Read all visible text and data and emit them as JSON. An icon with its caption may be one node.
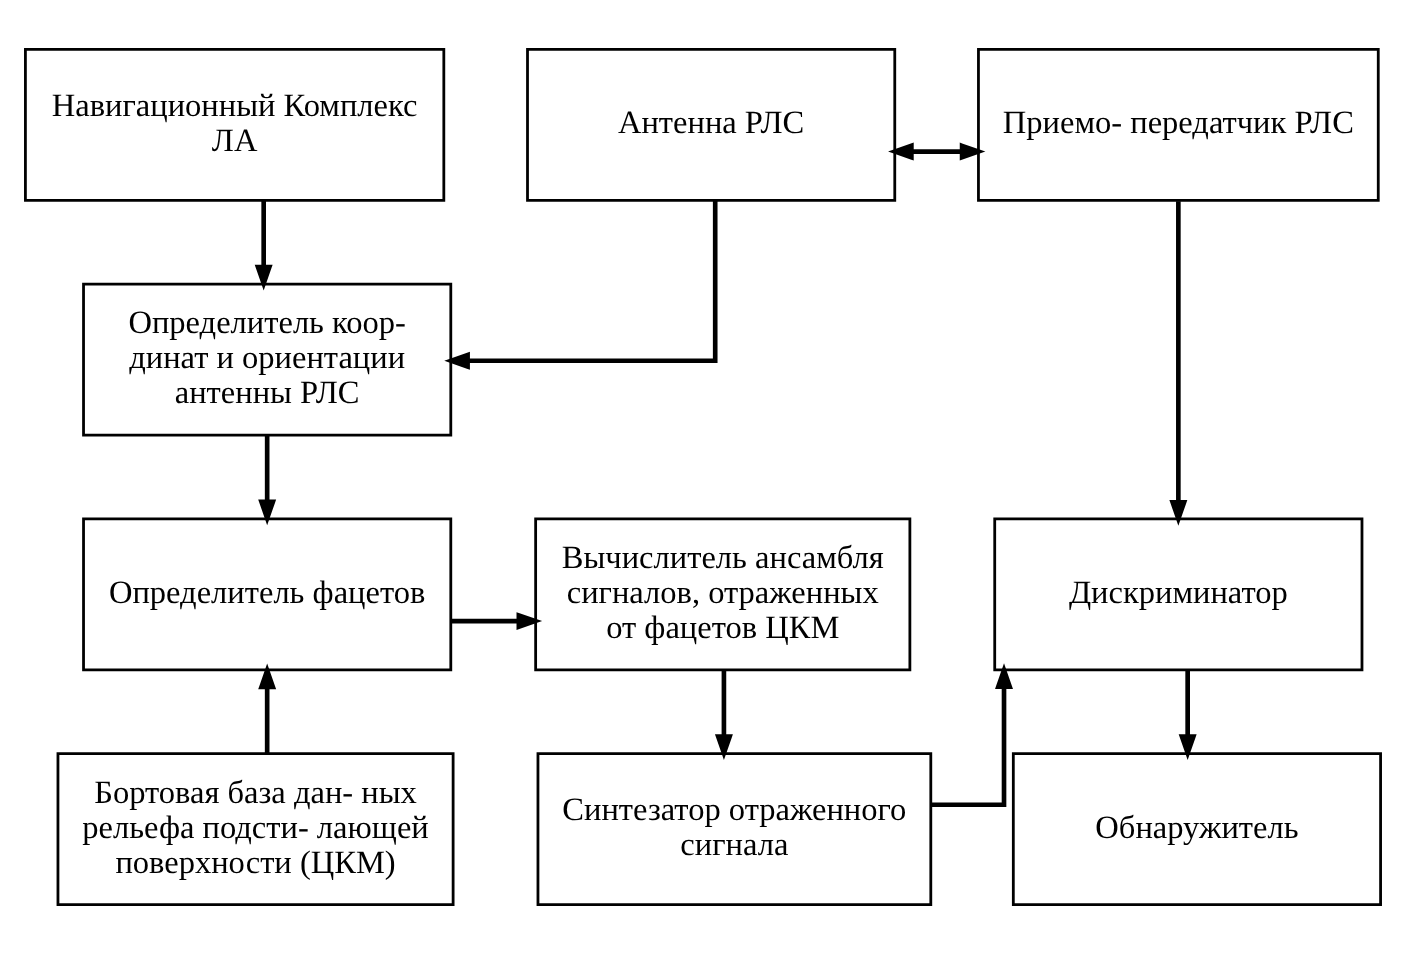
{
  "diagram": {
    "nodes": [
      {
        "text": [
          "Навигационный Комплекс ЛА"
        ]
      },
      {
        "text": [
          "Антенна РЛС"
        ]
      },
      {
        "text": [
          "Приемо- передатчик РЛС"
        ]
      },
      {
        "text": [
          "Определитель коор- динат и ориентации антенны РЛС"
        ]
      },
      {
        "text": [
          "Определитель фацетов"
        ]
      },
      {
        "text": [
          "Вычислитель ансамбля сигналов, отраженных от фацетов ЦКМ"
        ]
      },
      {
        "text": [
          "Дискриминатор"
        ]
      },
      {
        "text": [
          "Бортовая база дан- ных рельефа подсти- лающей поверхности (ЦКМ)"
        ]
      },
      {
        "text": [
          "Синтезатор отраженного сигнала"
        ]
      },
      {
        "text": [
          "Обнаружитель"
        ]
      }
    ],
    "edges": [
      {
        "from": 0,
        "to": 3,
        "arrow": "to"
      },
      {
        "from": 1,
        "to": 3,
        "arrow": "to"
      },
      {
        "from": 1,
        "to": 2,
        "arrow": "both"
      },
      {
        "from": 2,
        "to": 6,
        "arrow": "to"
      },
      {
        "from": 3,
        "to": 4,
        "arrow": "to"
      },
      {
        "from": 7,
        "to": 4,
        "arrow": "to"
      },
      {
        "from": 4,
        "to": 5,
        "arrow": "to"
      },
      {
        "from": 5,
        "to": 8,
        "arrow": "to"
      },
      {
        "from": 8,
        "to": 6,
        "arrow": "to"
      },
      {
        "from": 6,
        "to": 9,
        "arrow": "to"
      }
    ]
  }
}
